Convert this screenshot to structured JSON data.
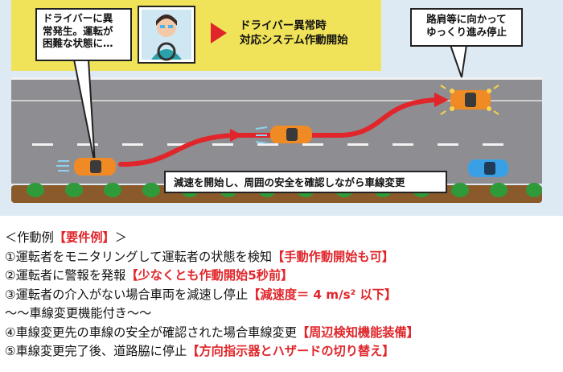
{
  "diagram": {
    "callout_driver": [
      "ドライバーに異",
      "常発生。運転が",
      "困難な状態に…"
    ],
    "system_label": [
      "ドライバー異常時",
      "対応システム作動開始"
    ],
    "callout_roadside": [
      "路肩等に向かって",
      "ゆっくり進み停止"
    ],
    "callout_lane_change": "減速を開始し、周囲の安全を確認しながら車線変更",
    "colors": {
      "panel_bg": "#ddeaf4",
      "road": "#8e8e92",
      "road_edge": "#f2f2f2",
      "highlight_band": "#f0e35a",
      "ego_car": "#f08a24",
      "other_car": "#3aa0e6",
      "arrow": "#e0262b",
      "hedge_soil": "#8a5a2b",
      "bush": "#2f9a3a"
    }
  },
  "steps": {
    "heading": "＜作動例",
    "heading_tag": "【要件例】",
    "heading_close": "＞",
    "items": [
      {
        "text": "①運転者をモニタリングして運転者の状態を検知",
        "tag": "【手動作動開始も可】"
      },
      {
        "text": "②運転者に警報を発報",
        "tag": "【少なくとも作動開始5秒前】"
      },
      {
        "text": "③運転者の介入がない場合車両を減速し停止",
        "tag": "【減速度＝ 4 m/s² 以下】"
      },
      {
        "text": "～～車線変更機能付き～～",
        "tag": ""
      },
      {
        "text": "④車線変更先の車線の安全が確認された場合車線変更",
        "tag": "【周辺検知機能装備】"
      },
      {
        "text": "⑤車線変更完了後、道路脇に停止",
        "tag": "【方向指示器とハザードの切り替え】"
      }
    ]
  }
}
